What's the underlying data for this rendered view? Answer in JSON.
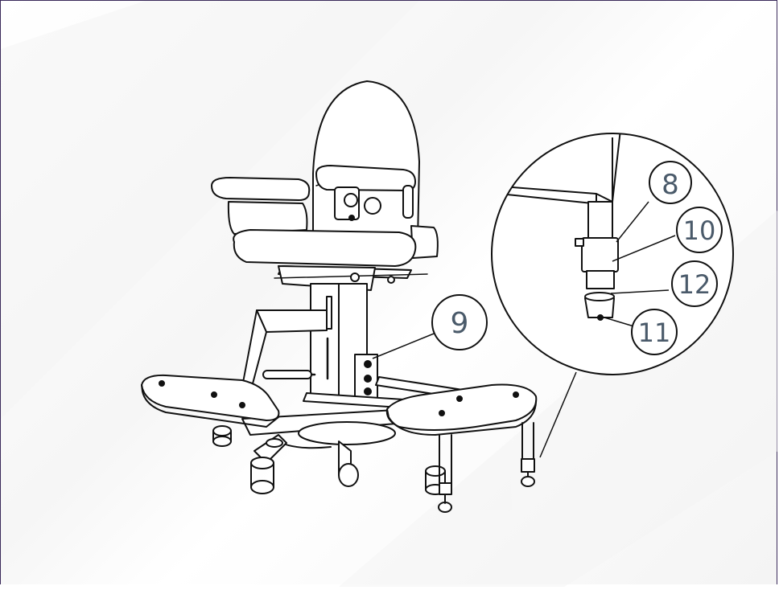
{
  "callouts": {
    "c8": "8",
    "c9": "9",
    "c10": "10",
    "c11": "11",
    "c12": "12"
  },
  "colors": {
    "line": "#111111",
    "callout_text": "#4a5a6a",
    "frame": "#3a2a5a"
  }
}
